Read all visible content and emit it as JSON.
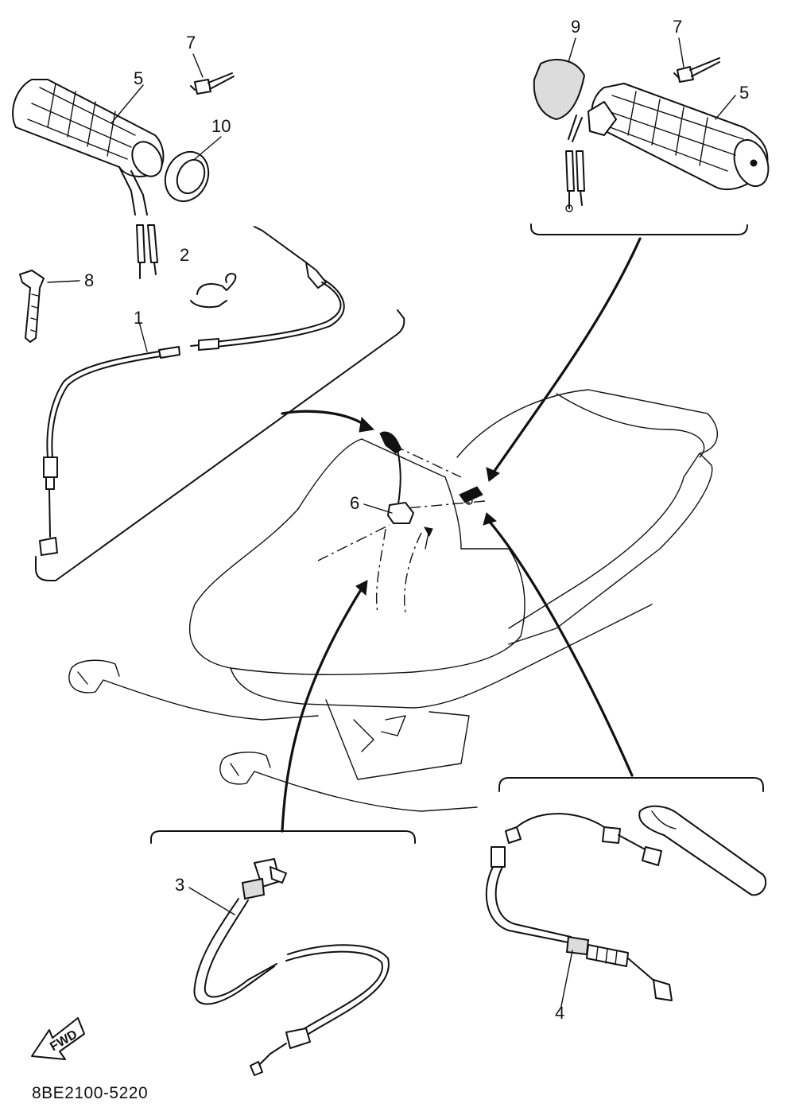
{
  "drawing": {
    "part_code": "8BE2100-5220",
    "direction_label": "FWD"
  },
  "callouts": [
    {
      "id": "c1",
      "label": "1"
    },
    {
      "id": "c2",
      "label": "2"
    },
    {
      "id": "c3",
      "label": "3"
    },
    {
      "id": "c4",
      "label": "4"
    },
    {
      "id": "c5a",
      "label": "5"
    },
    {
      "id": "c5b",
      "label": "5"
    },
    {
      "id": "c6",
      "label": "6"
    },
    {
      "id": "c7a",
      "label": "7"
    },
    {
      "id": "c7b",
      "label": "7"
    },
    {
      "id": "c8",
      "label": "8"
    },
    {
      "id": "c9",
      "label": "9"
    },
    {
      "id": "c10",
      "label": "10"
    }
  ]
}
